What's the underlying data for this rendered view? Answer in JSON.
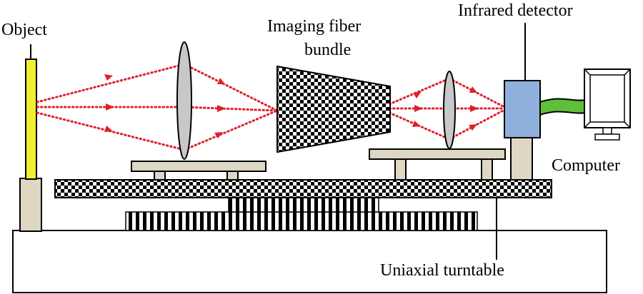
{
  "labels": {
    "object": "Object",
    "fiber_line1": "Imaging fiber",
    "fiber_line2": "bundle",
    "detector": "Infrared detector",
    "computer": "Computer",
    "turntable": "Uniaxial turntable"
  },
  "colors": {
    "object_bar": "#f0f032",
    "lens": "#c8c8ca",
    "stage": "#ddd7c3",
    "detector": "#8fb0dd",
    "cable": "#5fbf3a",
    "ray": "#e0202a"
  }
}
